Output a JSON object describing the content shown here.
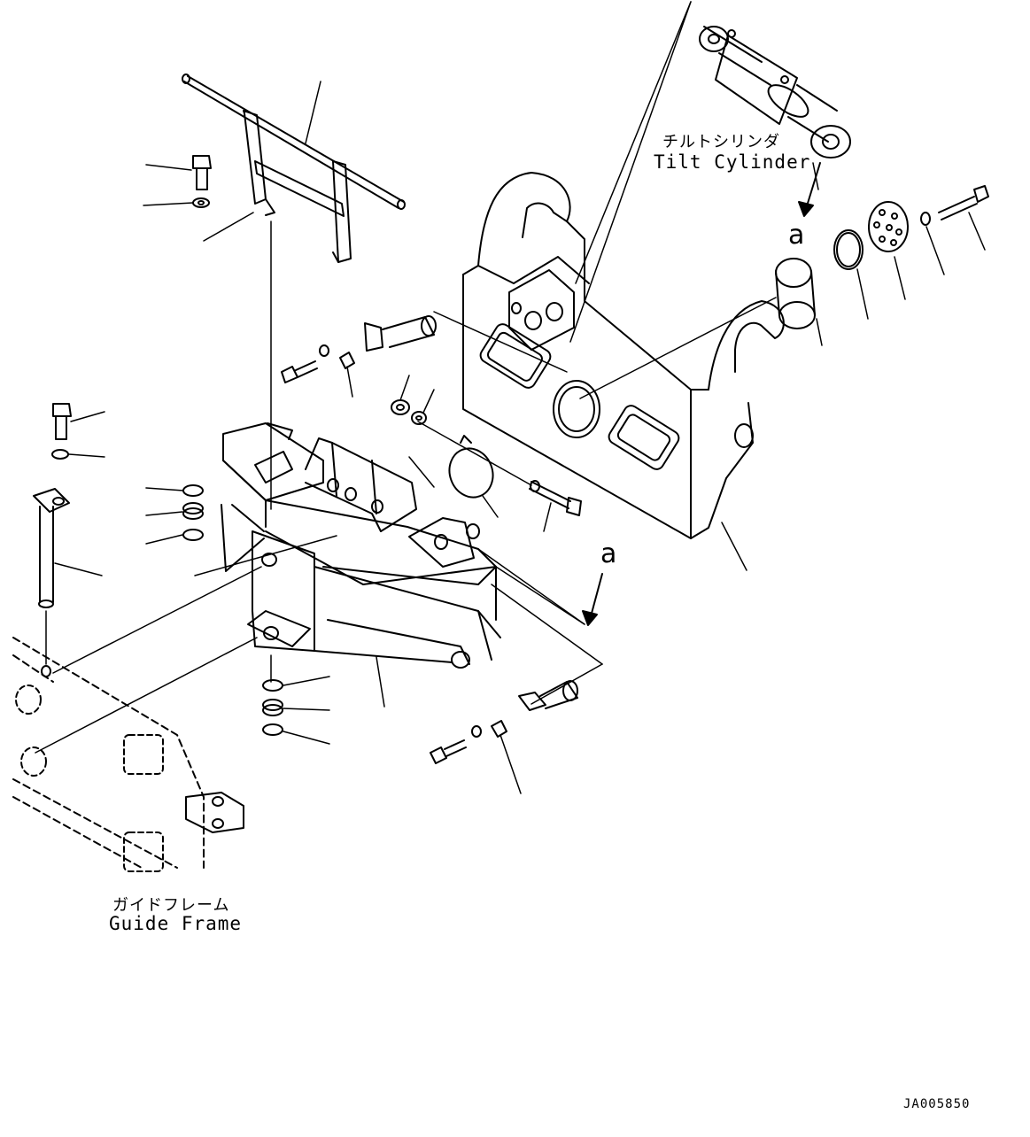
{
  "labels": {
    "tilt_cylinder_jp": "チルトシリンダ",
    "tilt_cylinder_en": "Tilt Cylinder",
    "guide_frame_jp": "ガイドフレーム",
    "guide_frame_en": "Guide Frame",
    "ref_a_top": "a",
    "ref_a_right": "a",
    "drawing_code": "JA005850"
  },
  "colors": {
    "line": "#000000",
    "background": "#ffffff"
  }
}
